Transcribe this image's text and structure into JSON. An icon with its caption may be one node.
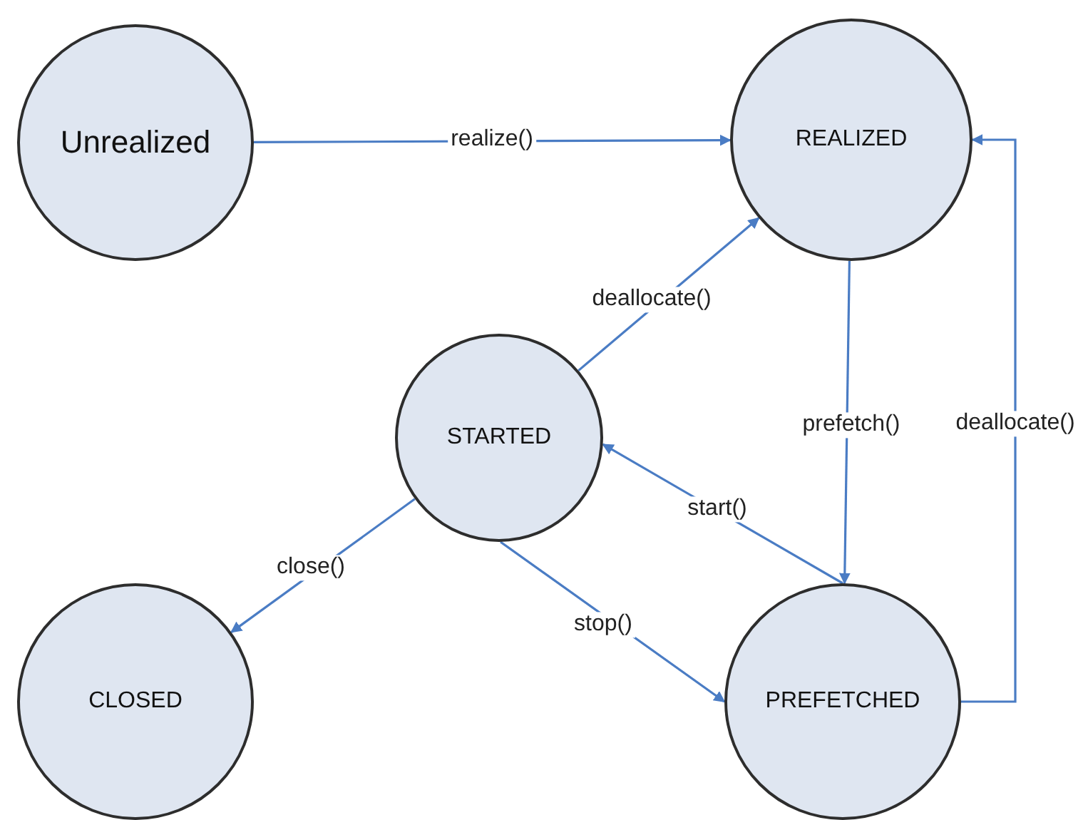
{
  "diagram": {
    "nodes": [
      {
        "text": [
          "Unrealized"
        ]
      },
      {
        "text": [
          "REALIZED"
        ]
      },
      {
        "text": [
          "STARTED"
        ]
      },
      {
        "text": [
          "CLOSED"
        ]
      },
      {
        "text": [
          "PREFETCHED"
        ]
      }
    ],
    "edges": [
      {
        "from": 0,
        "to": 1,
        "arrow": "to",
        "label": "realize()"
      },
      {
        "from": 2,
        "to": 1,
        "arrow": "to",
        "label": "deallocate()"
      },
      {
        "from": 1,
        "to": 4,
        "arrow": "to",
        "label": "prefetch()"
      },
      {
        "from": 4,
        "to": 1,
        "arrow": "to",
        "label": "deallocate()"
      },
      {
        "from": 4,
        "to": 2,
        "arrow": "to",
        "label": "start()"
      },
      {
        "from": 2,
        "to": 3,
        "arrow": "to",
        "label": "close()"
      },
      {
        "from": 2,
        "to": 4,
        "arrow": "to",
        "label": "stop()"
      }
    ]
  }
}
